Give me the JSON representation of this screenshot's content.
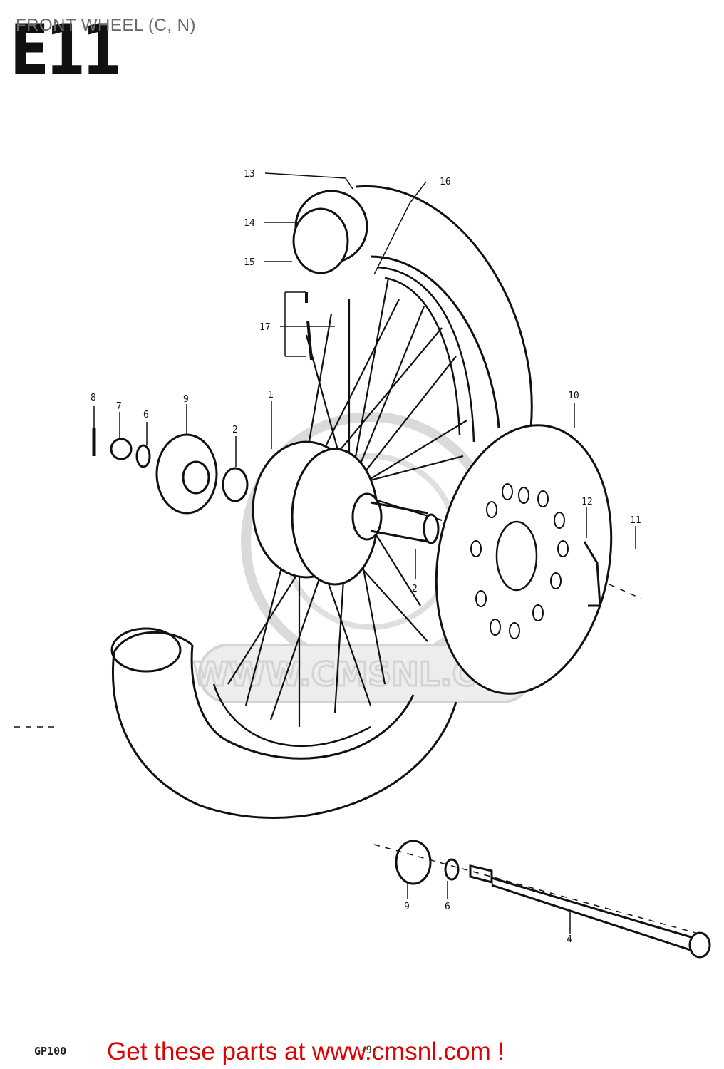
{
  "header": {
    "title": "FRONT WHEEL (C, N)",
    "section_code": "E11"
  },
  "diagram": {
    "callouts": [
      "1",
      "2",
      "2",
      "4",
      "6",
      "6",
      "7",
      "8",
      "9",
      "9",
      "10",
      "11",
      "12",
      "13",
      "14",
      "15",
      "16",
      "17"
    ],
    "watermark": "WWW.CMSNL.COM"
  },
  "footer": {
    "model_code": "GP100",
    "cta": "Get these parts at www.cmsnl.com !",
    "page_ref": "-9-"
  },
  "colors": {
    "cta": "#e00000",
    "title_gray": "#6b6b6b",
    "line": "#111111"
  },
  "icons": [
    "wheel-assembly-icon",
    "brake-disc-icon",
    "axle-icon"
  ]
}
